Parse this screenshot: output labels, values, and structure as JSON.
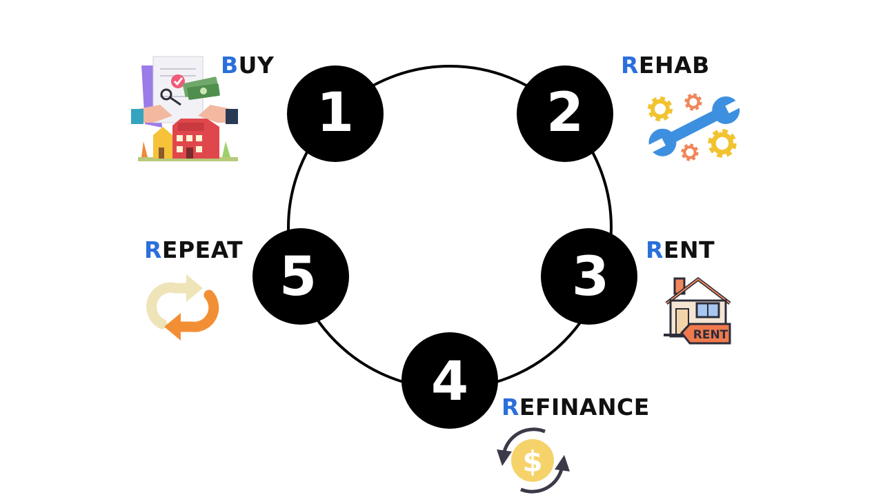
{
  "colors": {
    "accent": "#2a6fdb",
    "node_fill": "#000000",
    "node_text": "#ffffff",
    "ring_stroke": "#000000"
  },
  "steps": [
    {
      "number": "1",
      "label_first": "B",
      "label_rest": "UY",
      "icon": "house-purchase-icon"
    },
    {
      "number": "2",
      "label_first": "R",
      "label_rest": "EHAB",
      "icon": "wrench-gears-icon"
    },
    {
      "number": "3",
      "label_first": "R",
      "label_rest": "ENT",
      "icon": "house-rent-icon"
    },
    {
      "number": "4",
      "label_first": "R",
      "label_rest": "EFINANCE",
      "icon": "dollar-refresh-icon"
    },
    {
      "number": "5",
      "label_first": "R",
      "label_rest": "EPEAT",
      "icon": "repeat-arrows-icon"
    }
  ],
  "icon_text": {
    "rent_sign": "RENT",
    "dollar": "$"
  }
}
